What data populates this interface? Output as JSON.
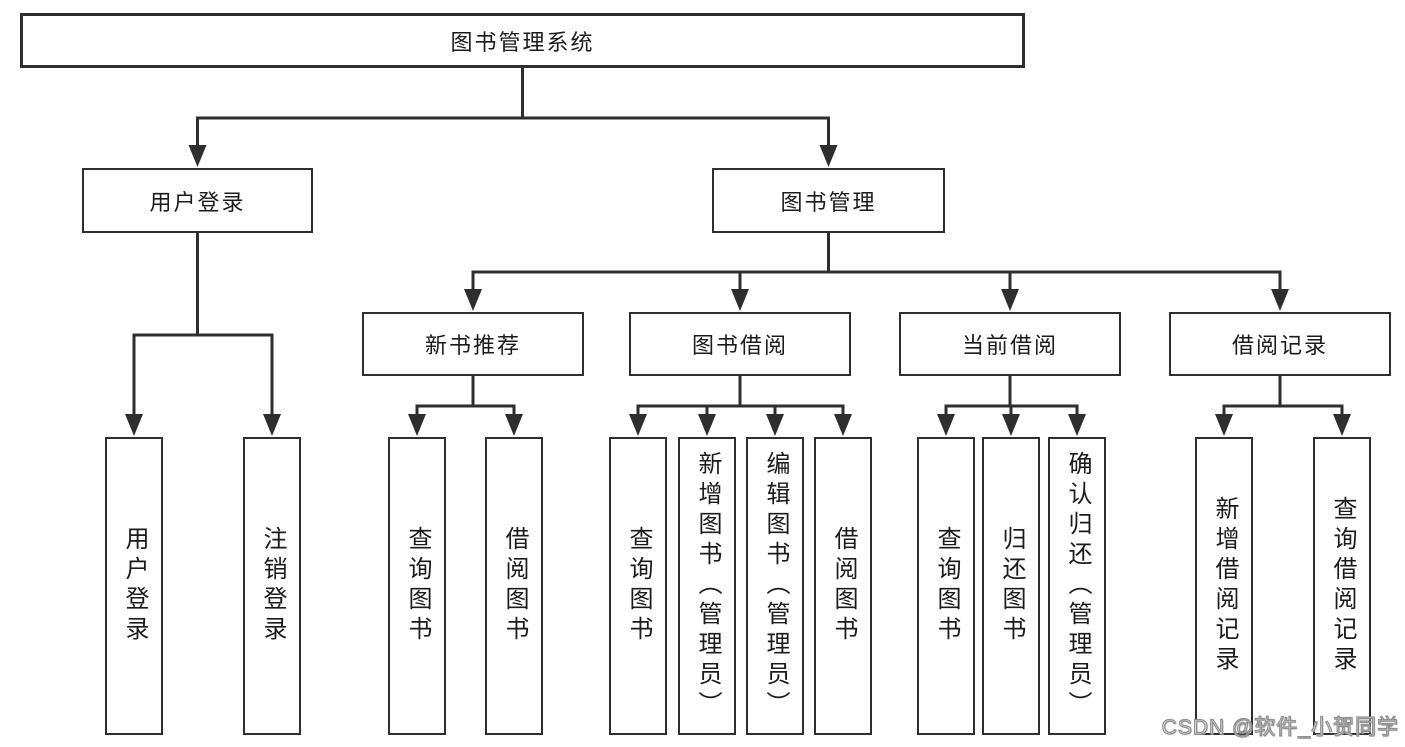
{
  "tree": {
    "label": "图书管理系统",
    "children": [
      {
        "label": "用户登录",
        "children": [
          {
            "label": "用户登录"
          },
          {
            "label": "注销登录"
          }
        ]
      },
      {
        "label": "图书管理",
        "children": [
          {
            "label": "新书推荐",
            "children": [
              {
                "label": "查询图书"
              },
              {
                "label": "借阅图书"
              }
            ]
          },
          {
            "label": "图书借阅",
            "children": [
              {
                "label": "查询图书"
              },
              {
                "label": "新增图书（管理员）"
              },
              {
                "label": "编辑图书（管理员）"
              },
              {
                "label": "借阅图书"
              }
            ]
          },
          {
            "label": "当前借阅",
            "children": [
              {
                "label": "查询图书"
              },
              {
                "label": "归还图书"
              },
              {
                "label": "确认归还（管理员）"
              }
            ]
          },
          {
            "label": "借阅记录",
            "children": [
              {
                "label": "新增借阅记录"
              },
              {
                "label": "查询借阅记录"
              }
            ]
          }
        ]
      }
    ]
  },
  "watermark": "CSDN @软件_小贺同学",
  "colors": {
    "line": "#2e2e2e",
    "box_border": "#2e2e2e",
    "text": "#1b1b1b",
    "background": "#ffffff",
    "watermark_stroke": "#8f8f8f"
  }
}
